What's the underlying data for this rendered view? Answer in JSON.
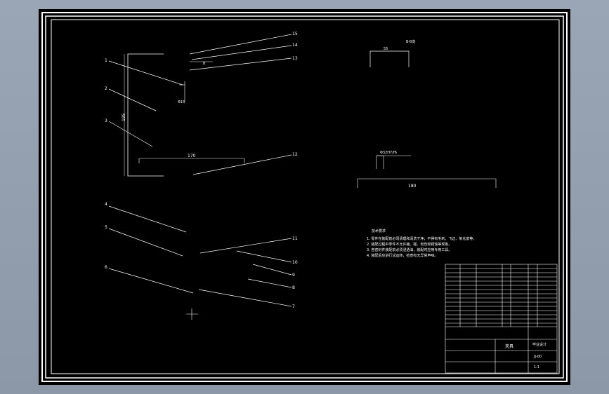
{
  "drawing": {
    "balloons": [
      "1",
      "2",
      "3",
      "4",
      "5",
      "6",
      "7",
      "8",
      "9",
      "10",
      "11",
      "12",
      "13",
      "14",
      "15"
    ],
    "dims": {
      "width_top": "8",
      "dia_small": "Φ15",
      "height": "195",
      "length_bottom": "170",
      "side_top": "55",
      "side_view_label": "B-B向",
      "fit": "Φ32H7/f6",
      "side_width": "180"
    },
    "notes": {
      "title": "技术要求",
      "lines": [
        "1. 零件在装配前必须清理和清洗干净，不得有毛刺、飞边、氧化皮等。",
        "2. 装配过程中零件不允许磕、碰、划伤和锈蚀等现象。",
        "3. 各密封件装配前必须浸透油，装配时应用专用工具。",
        "4. 装配后应进行试运转，检查有无异常声响。"
      ]
    },
    "title_block": {
      "part_name": "夹具",
      "drawing_number": "JJ-00",
      "school": "毕业设计",
      "scale": "1:1"
    }
  }
}
